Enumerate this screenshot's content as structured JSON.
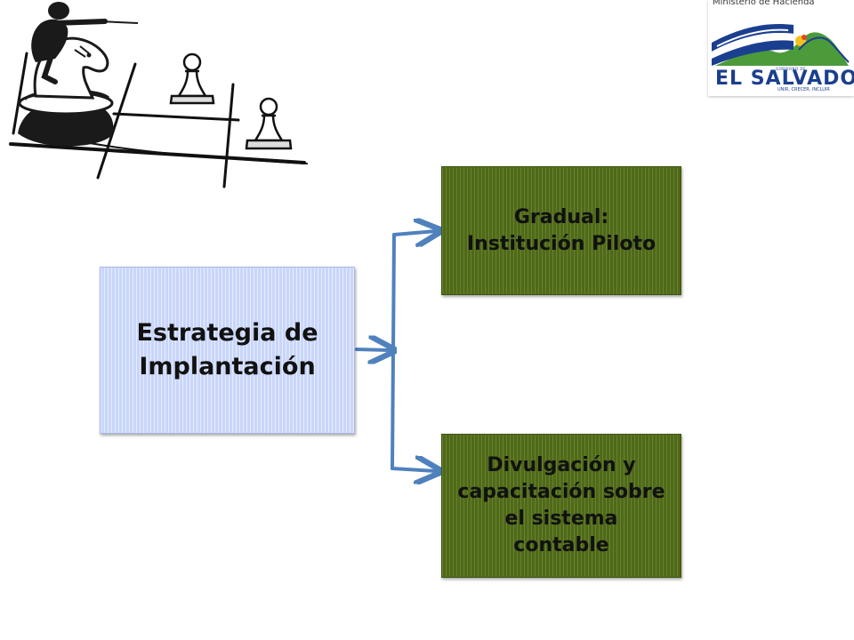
{
  "header": {
    "logo": {
      "ministry": "Ministerio de Hacienda",
      "gobierno": "GOBIERNO DE",
      "country": "EL SALVADOR",
      "motto": "UNIR, CRECER, INCLUIR"
    }
  },
  "diagram": {
    "root": {
      "lines": [
        "Estrategia de",
        "Implantación"
      ]
    },
    "children": [
      {
        "lines": [
          "Gradual:",
          "Institución Piloto"
        ]
      },
      {
        "lines": [
          "Divulgación y",
          "capacitación sobre",
          "el sistema",
          "contable"
        ]
      }
    ]
  },
  "colors": {
    "root_fill": "#c9d6fb",
    "child_fill": "#4f6a16",
    "connector": "#4f81bd",
    "logo_blue": "#1b3f8f"
  },
  "icons": [
    "chess-knight-rider-icon",
    "chess-pawn-icon",
    "el-salvador-flag-icon"
  ]
}
